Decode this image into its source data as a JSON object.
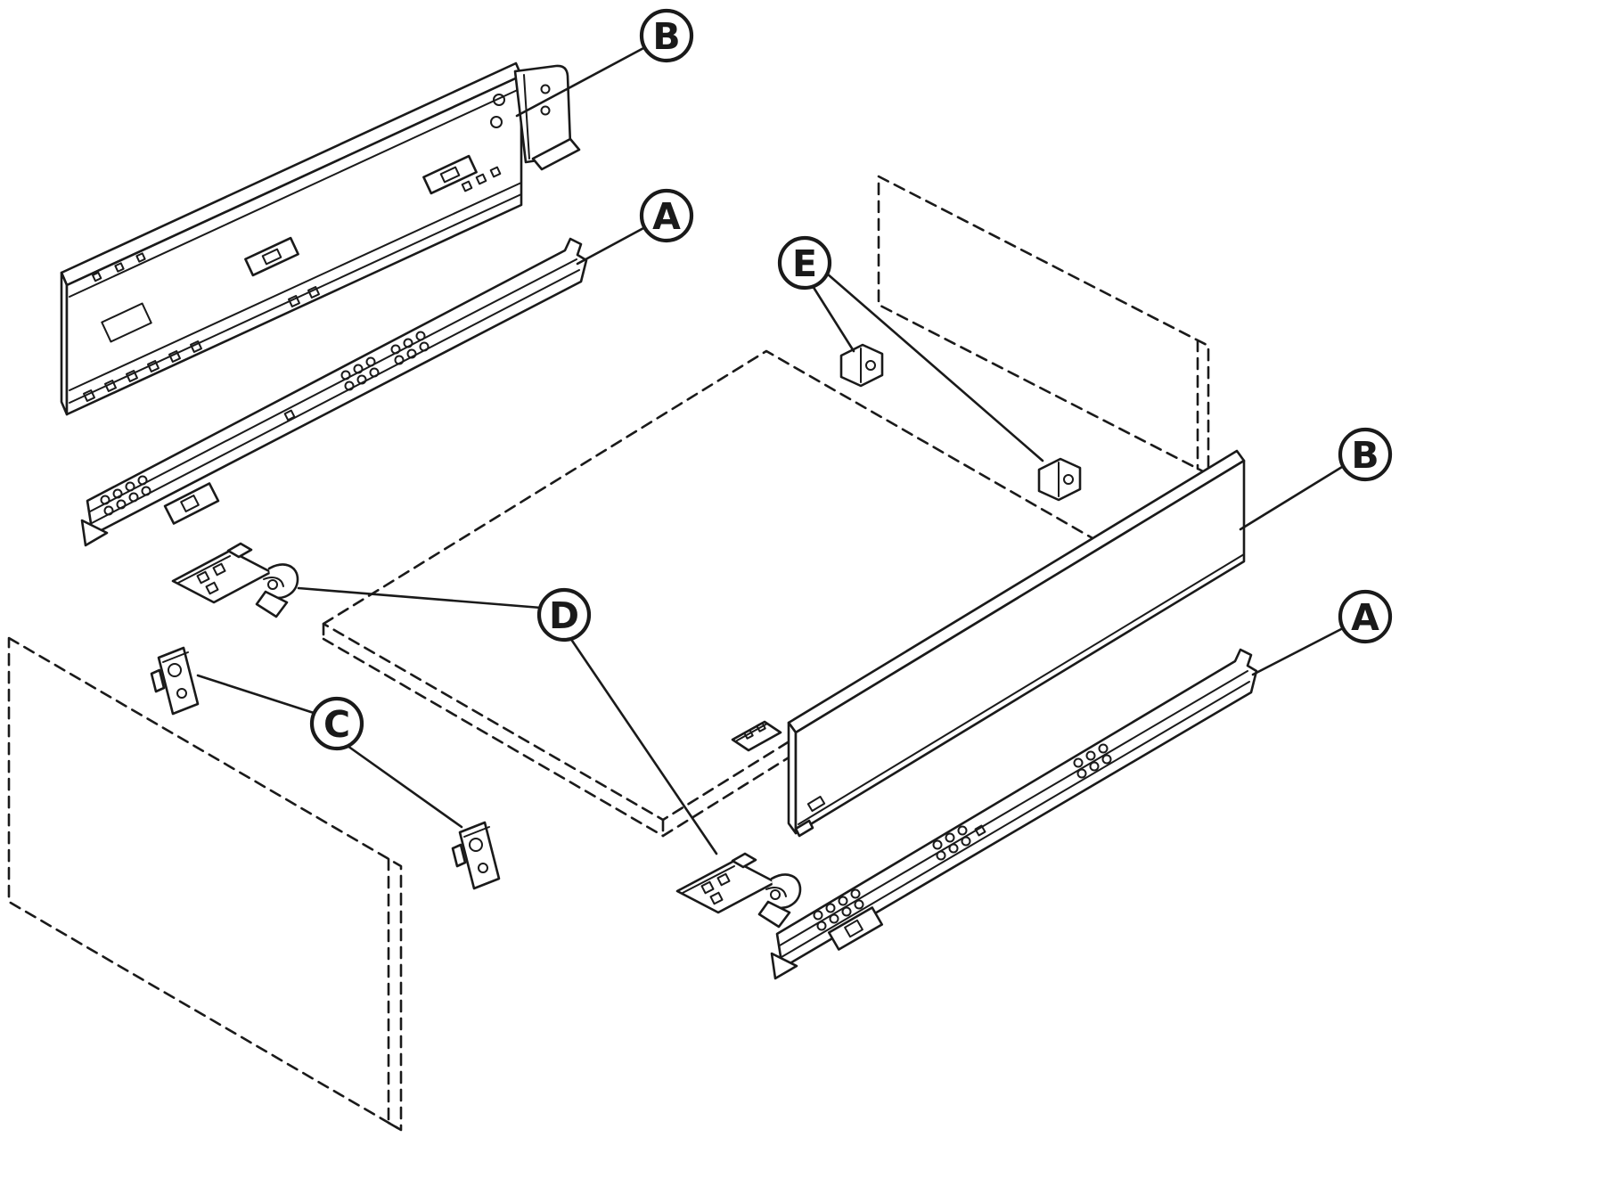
{
  "diagram": {
    "background_color": "#ffffff",
    "line_color": "#1a1a1a",
    "callouts": [
      {
        "label": "B"
      },
      {
        "label": "A"
      },
      {
        "label": "E"
      },
      {
        "label": "B"
      },
      {
        "label": "A"
      },
      {
        "label": "D"
      },
      {
        "label": "C"
      }
    ]
  }
}
